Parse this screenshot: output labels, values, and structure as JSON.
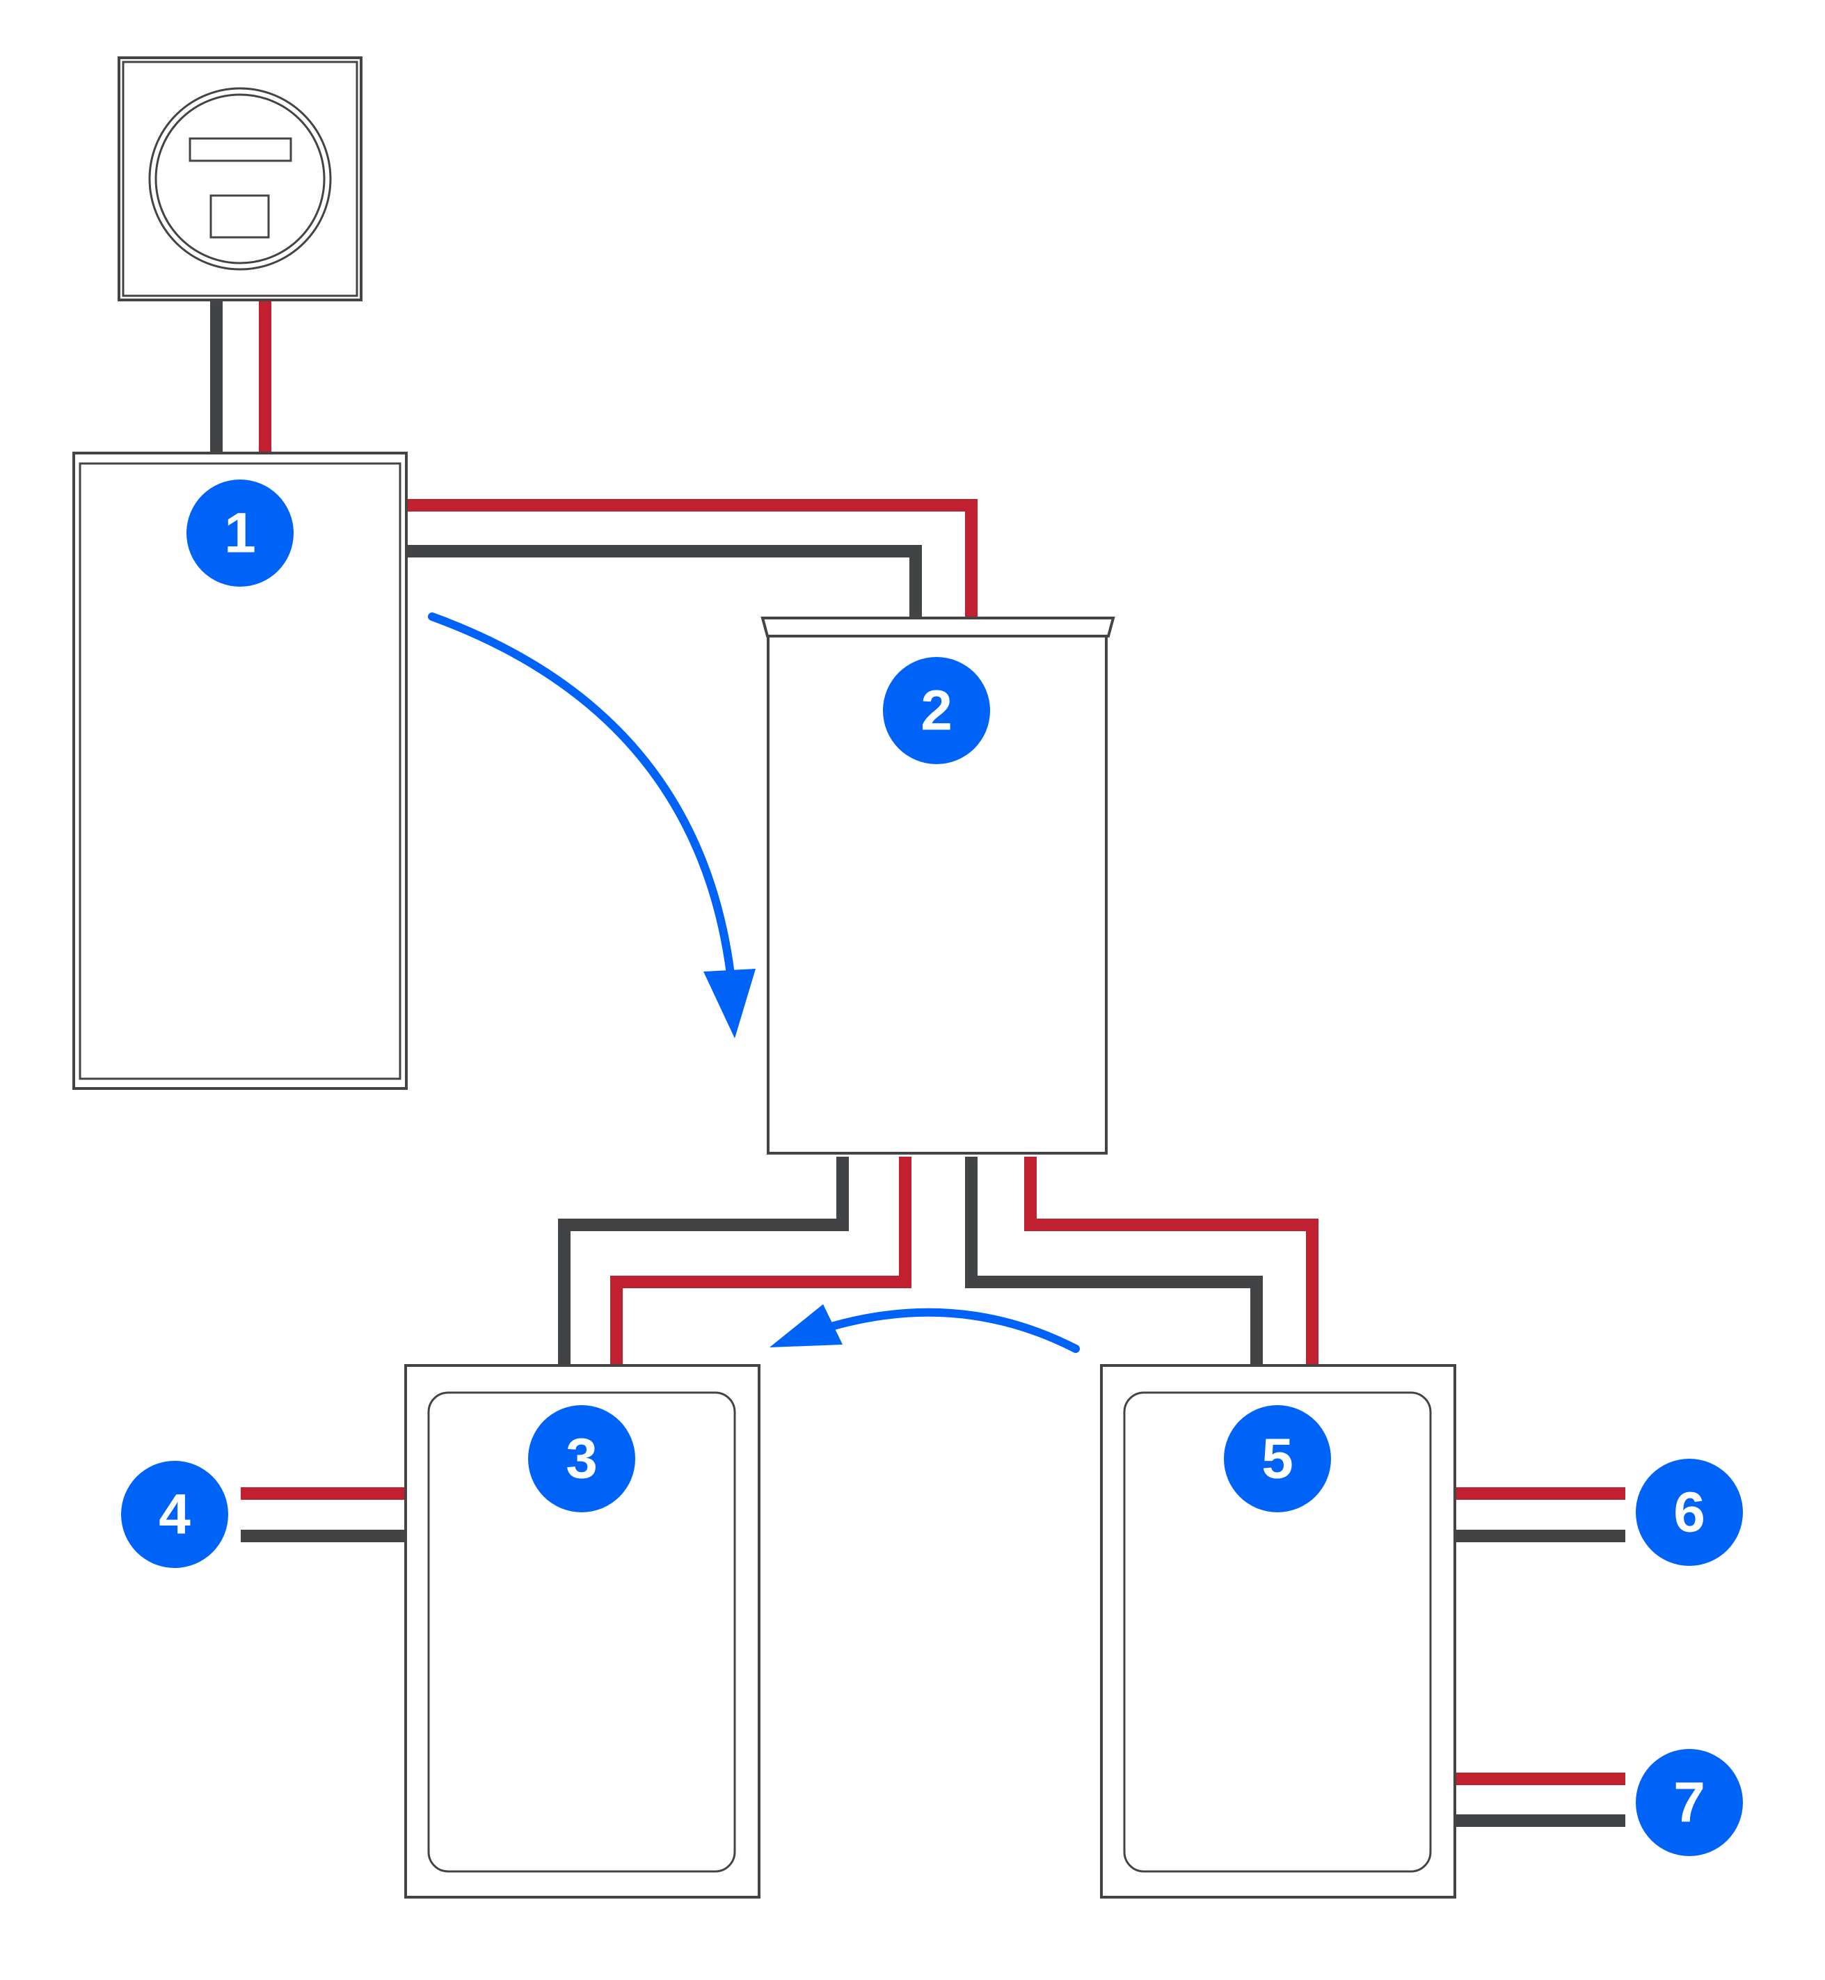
{
  "colors": {
    "hot_wire": "#c0202f",
    "neutral_wire": "#414345",
    "badge": "#0063f7",
    "badge_text": "#ffffff",
    "flow_arrow": "#0063f7",
    "outline": "#444444"
  },
  "badges": [
    {
      "id": "b1",
      "label": "1"
    },
    {
      "id": "b2",
      "label": "2"
    },
    {
      "id": "b3",
      "label": "3"
    },
    {
      "id": "b4",
      "label": "4"
    },
    {
      "id": "b5",
      "label": "5"
    },
    {
      "id": "b6",
      "label": "6"
    },
    {
      "id": "b7",
      "label": "7"
    }
  ]
}
